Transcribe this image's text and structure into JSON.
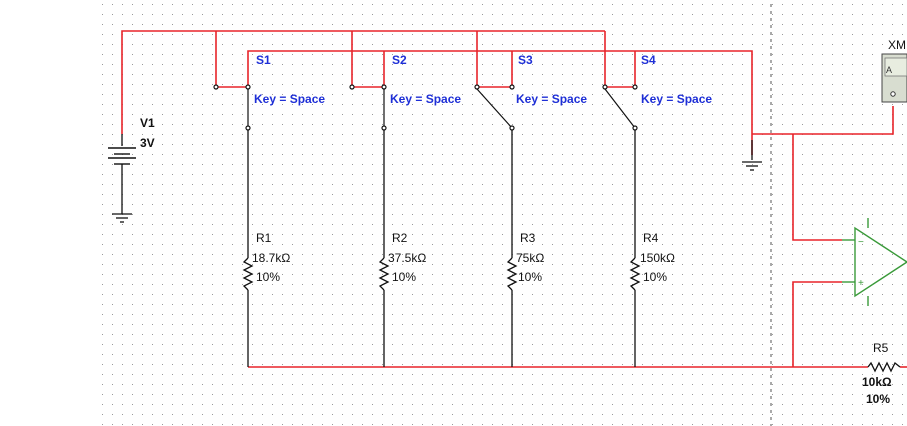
{
  "source": {
    "name": "V1",
    "value": "3V",
    "icon": "battery-icon"
  },
  "switches": [
    {
      "name": "S1",
      "key": "Key = Space"
    },
    {
      "name": "S2",
      "key": "Key = Space"
    },
    {
      "name": "S3",
      "key": "Key = Space"
    },
    {
      "name": "S4",
      "key": "Key = Space"
    }
  ],
  "resistors": [
    {
      "name": "R1",
      "value": "18.7kΩ",
      "tolerance": "10%"
    },
    {
      "name": "R2",
      "value": "37.5kΩ",
      "tolerance": "10%"
    },
    {
      "name": "R3",
      "value": "75kΩ",
      "tolerance": "10%"
    },
    {
      "name": "R4",
      "value": "150kΩ",
      "tolerance": "10%"
    }
  ],
  "feedback_resistor": {
    "name": "R5",
    "value": "10kΩ",
    "tolerance": "10%"
  },
  "instrument": {
    "label": "XM",
    "icon": "multimeter-icon"
  },
  "colors": {
    "wire": "#e8242a",
    "component": "#111111",
    "label": "#1e2fd6",
    "opamp": "#3a9a3a",
    "grid": "#9a9a9a"
  }
}
